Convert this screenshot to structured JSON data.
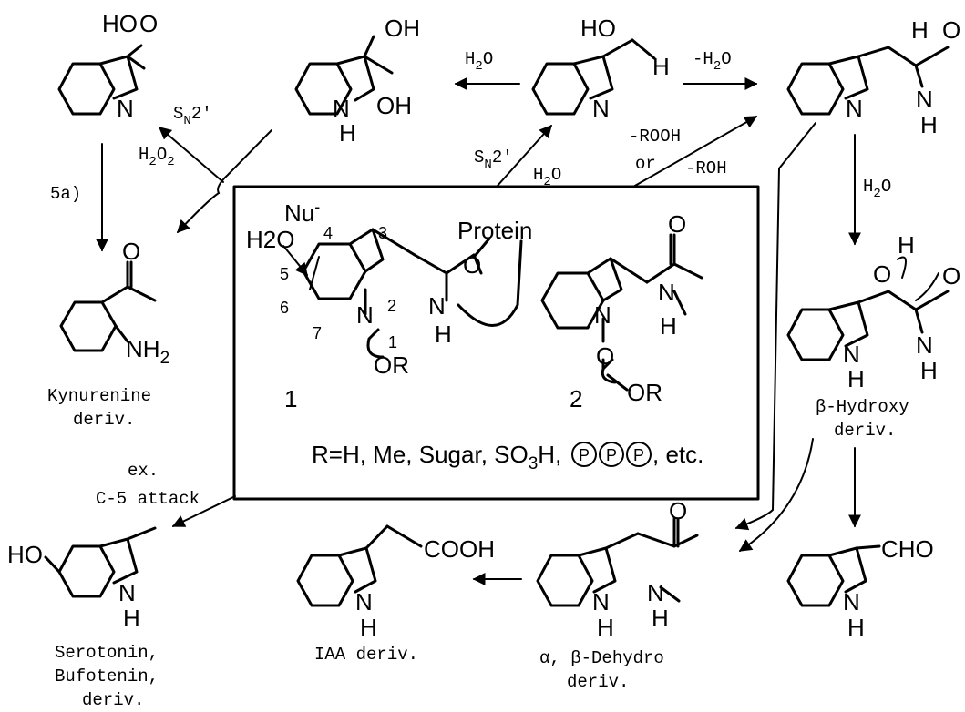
{
  "atoms": {
    "N": "N",
    "H": "H",
    "O": "O",
    "OH": "OH",
    "HO": "HO",
    "HOO": "HO",
    "NH": "NH",
    "NH2": "NH",
    "two": "2",
    "COOH": "COOH",
    "CHO": "CHO",
    "H2O": "H2O",
    "Nu": "Nu",
    "minus": "-",
    "OR": "OR"
  },
  "reagents": {
    "h2o": "H",
    "sub2": "2",
    "o_letter": "O",
    "minus_h2o": "-H",
    "sn2": "S",
    "sn_sub": "N",
    "sn_sup": "2′",
    "h2o2": "H",
    "o2": "O",
    "rooh": "-ROOH",
    "or": "or",
    "roh": "-ROH",
    "step_5a": "5a)",
    "ex": "ex.",
    "c5_attack": "C-5 attack"
  },
  "box": {
    "protein": "Protein",
    "pos4": "4",
    "pos5": "5",
    "pos6": "6",
    "pos7": "7",
    "pos3": "3",
    "pos2": "2",
    "pos1": "1",
    "label1": "1",
    "label2": "2",
    "r_defs_a": "R=H, Me, Sugar, SO",
    "r_defs_sub": "3",
    "r_defs_b": "H, ",
    "p_symbol": "P",
    "r_defs_c": ", etc."
  },
  "compounds": {
    "kynurenine_1": "Kynurenine",
    "kynurenine_2": "deriv.",
    "beta_hydroxy_1": "β-Hydroxy",
    "beta_hydroxy_2": "deriv.",
    "serotonin_1": "Serotonin,",
    "serotonin_2": "Bufotenin,",
    "serotonin_3": "deriv.",
    "iaa": "IAA deriv.",
    "dehydro_1": "α, β-Dehydro",
    "dehydro_2": "deriv."
  }
}
